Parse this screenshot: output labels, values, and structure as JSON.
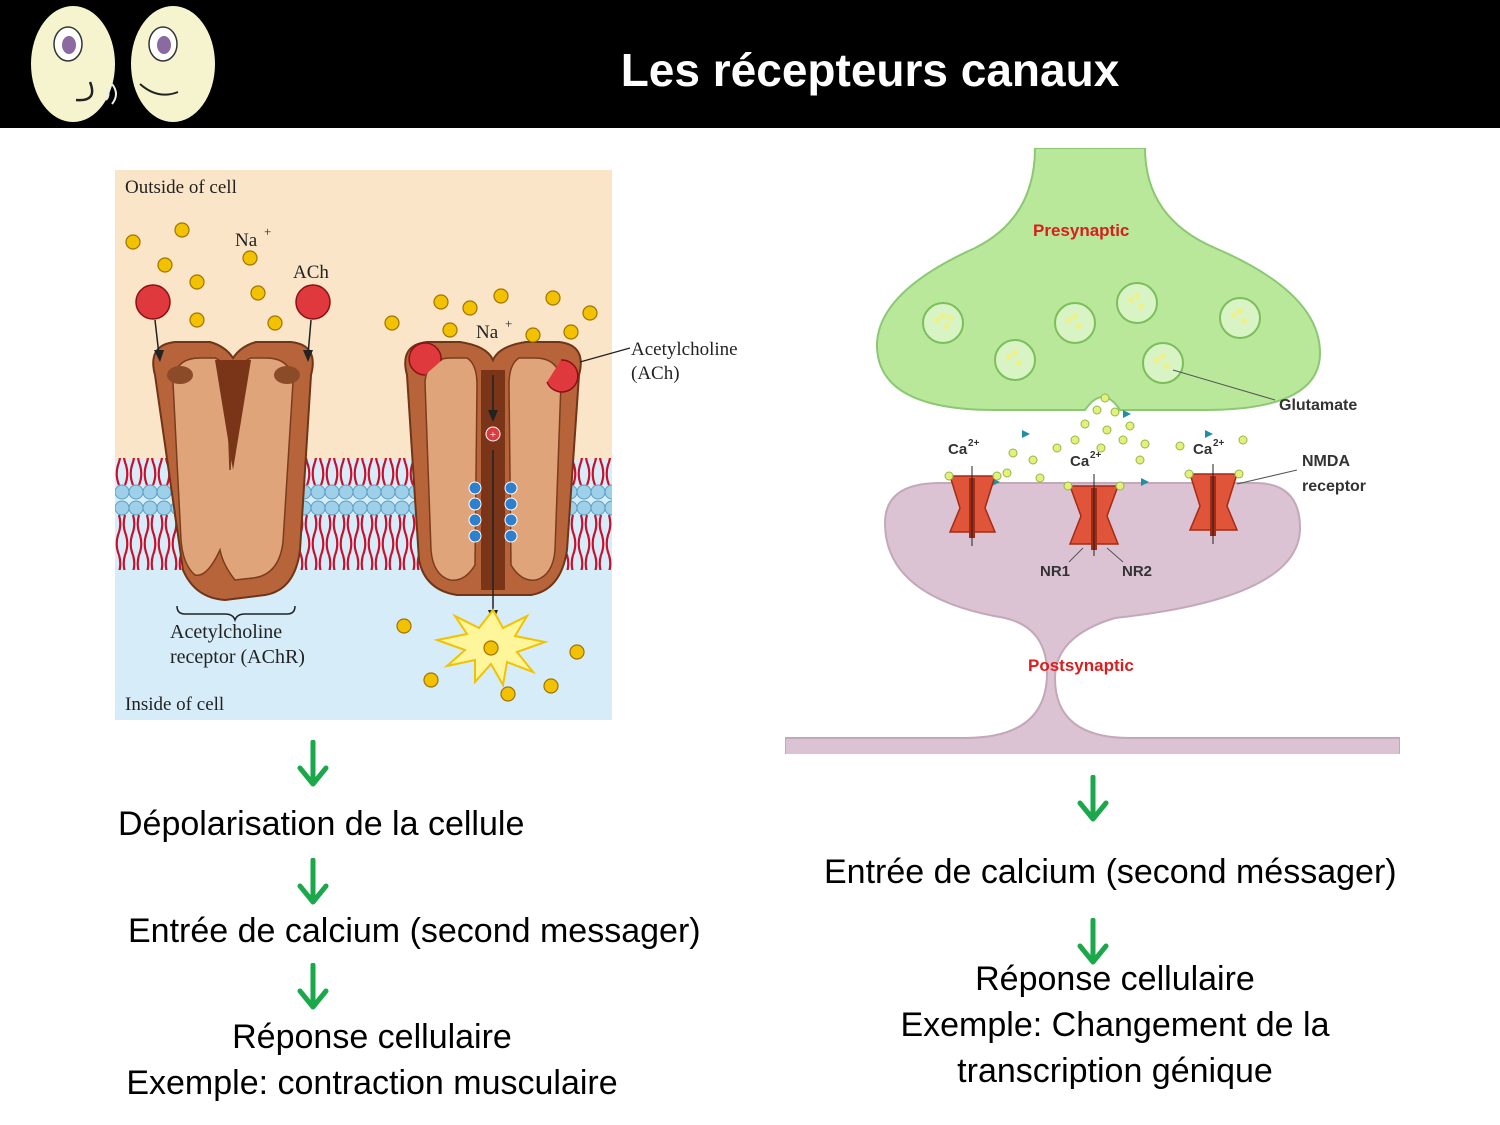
{
  "header": {
    "title": "Les récepteurs canaux",
    "logo_icon": "talking-faces-logo"
  },
  "left_diagram": {
    "outside_label": "Outside of cell",
    "inside_label": "Inside of cell",
    "na_label": "Na",
    "na_superscript": "+",
    "ach_label": "ACh",
    "ach_callout_line1": "Acetylcholine",
    "ach_callout_line2": "(ACh)",
    "receptor_label_line1": "Acetylcholine",
    "receptor_label_line2": "receptor (AChR)",
    "colors": {
      "outside": "#fbe5c8",
      "inside": "#d6ecf8",
      "membrane": "#c8102e",
      "receptor": "#b7643a",
      "ion": "#f2c200",
      "ach": "#e0393d"
    }
  },
  "right_diagram": {
    "presynaptic_label": "Presynaptic",
    "postsynaptic_label": "Postsynaptic",
    "glutamate_label": "Glutamate",
    "nmda_label_line1": "NMDA",
    "nmda_label_line2": "receptor",
    "ca_label": "Ca",
    "ca_superscript": "2+",
    "nr1_label": "NR1",
    "nr2_label": "NR2",
    "colors": {
      "presynaptic": "#b9e89a",
      "postsynaptic": "#dcc3d3",
      "receptor": "#e0553a",
      "label_red": "#d81e1e"
    }
  },
  "left_flow": {
    "step1": "Dépolarisation de la cellule",
    "step2": "Entrée de calcium (second messager)",
    "step3_line1": "Réponse cellulaire",
    "step3_line2": "Exemple: contraction musculaire"
  },
  "right_flow": {
    "step1": "Entrée de calcium (second méssager)",
    "step2_line1": "Réponse cellulaire",
    "step2_line2": "Exemple: Changement de la",
    "step2_line3": "transcription génique"
  },
  "arrow_icon": "down-arrow-icon",
  "arrow_color": "#1aa84a"
}
